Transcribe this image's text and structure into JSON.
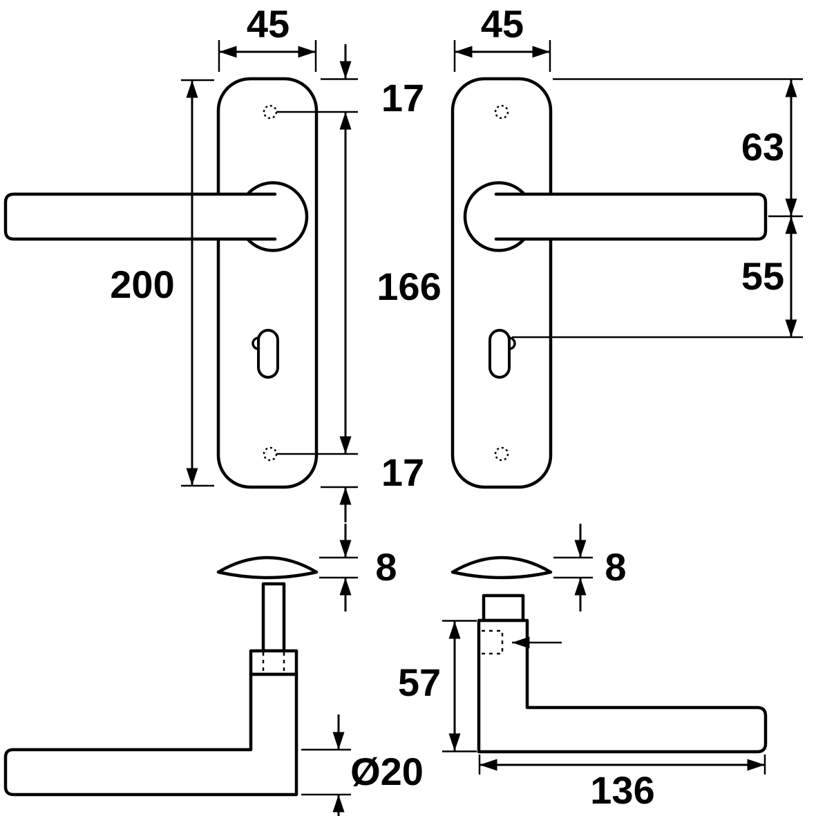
{
  "views": {
    "front_left": {
      "plate_width": "45",
      "plate_height": "200",
      "screw_top_offset": "17",
      "screw_spacing": "166",
      "screw_bottom_offset": "17",
      "plate_thickness": "8"
    },
    "front_right": {
      "plate_width": "45",
      "lever_axis_from_top": "63",
      "keyhole_from_lever_axis": "55",
      "plate_thickness": "8"
    },
    "side_left": {
      "lever_diameter": "Ø20"
    },
    "side_right": {
      "neck_depth": "57",
      "lever_length": "136"
    }
  }
}
